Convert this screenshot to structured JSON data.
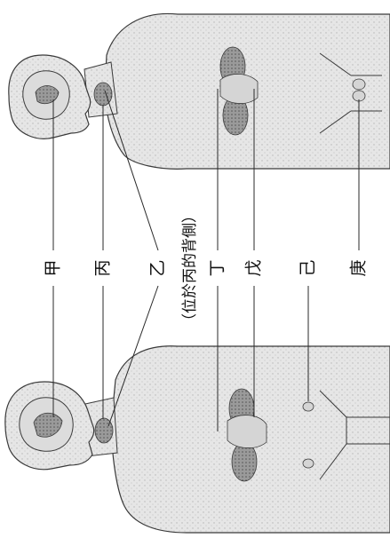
{
  "labels": {
    "a": "甲",
    "b": "丙",
    "c": "乙",
    "c_note": "（位於丙的背側）",
    "d": "丁",
    "e": "戊",
    "f": "己",
    "g": "庚"
  },
  "colors": {
    "body_fill": "#e9e9e9",
    "outline": "#3a3a3a",
    "gland_fill": "#8c8c8c"
  }
}
